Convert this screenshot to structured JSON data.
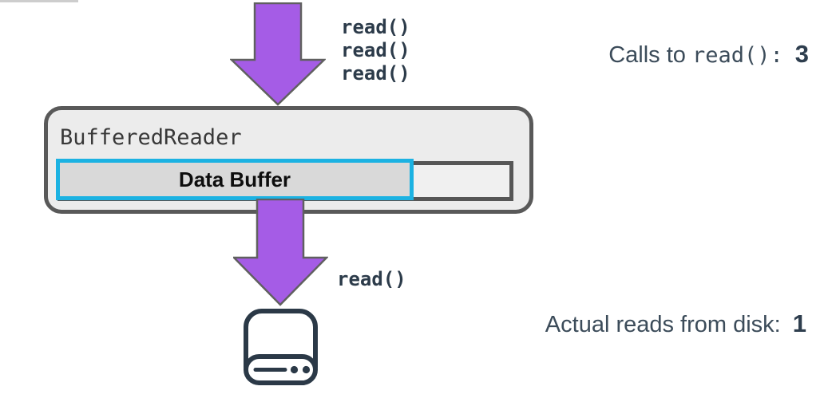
{
  "palette": {
    "arrow_fill": "#a55ce6",
    "arrow_stroke": "#606060",
    "box_border": "#595959",
    "box_fill": "#ececec",
    "bar_border": "#565656",
    "bar_fill": "#f0f0f0",
    "buffer_border": "#1cb2e2",
    "buffer_fill": "#d9d9d9",
    "code_text": "#2c3b4a",
    "label_text": "#3c4c5a",
    "value_text": "#2e3e4e",
    "icon_stroke": "#2b3947"
  },
  "diagram": {
    "incoming_calls": [
      "read()",
      "read()",
      "read()"
    ],
    "reader_label": "BufferedReader",
    "buffer_label": "Data Buffer",
    "outgoing_call": "read()"
  },
  "stats": {
    "calls": {
      "prefix": "Calls to ",
      "code": "read():",
      "value": "3"
    },
    "disk_reads": {
      "label": "Actual reads from disk:",
      "value": "1"
    }
  }
}
